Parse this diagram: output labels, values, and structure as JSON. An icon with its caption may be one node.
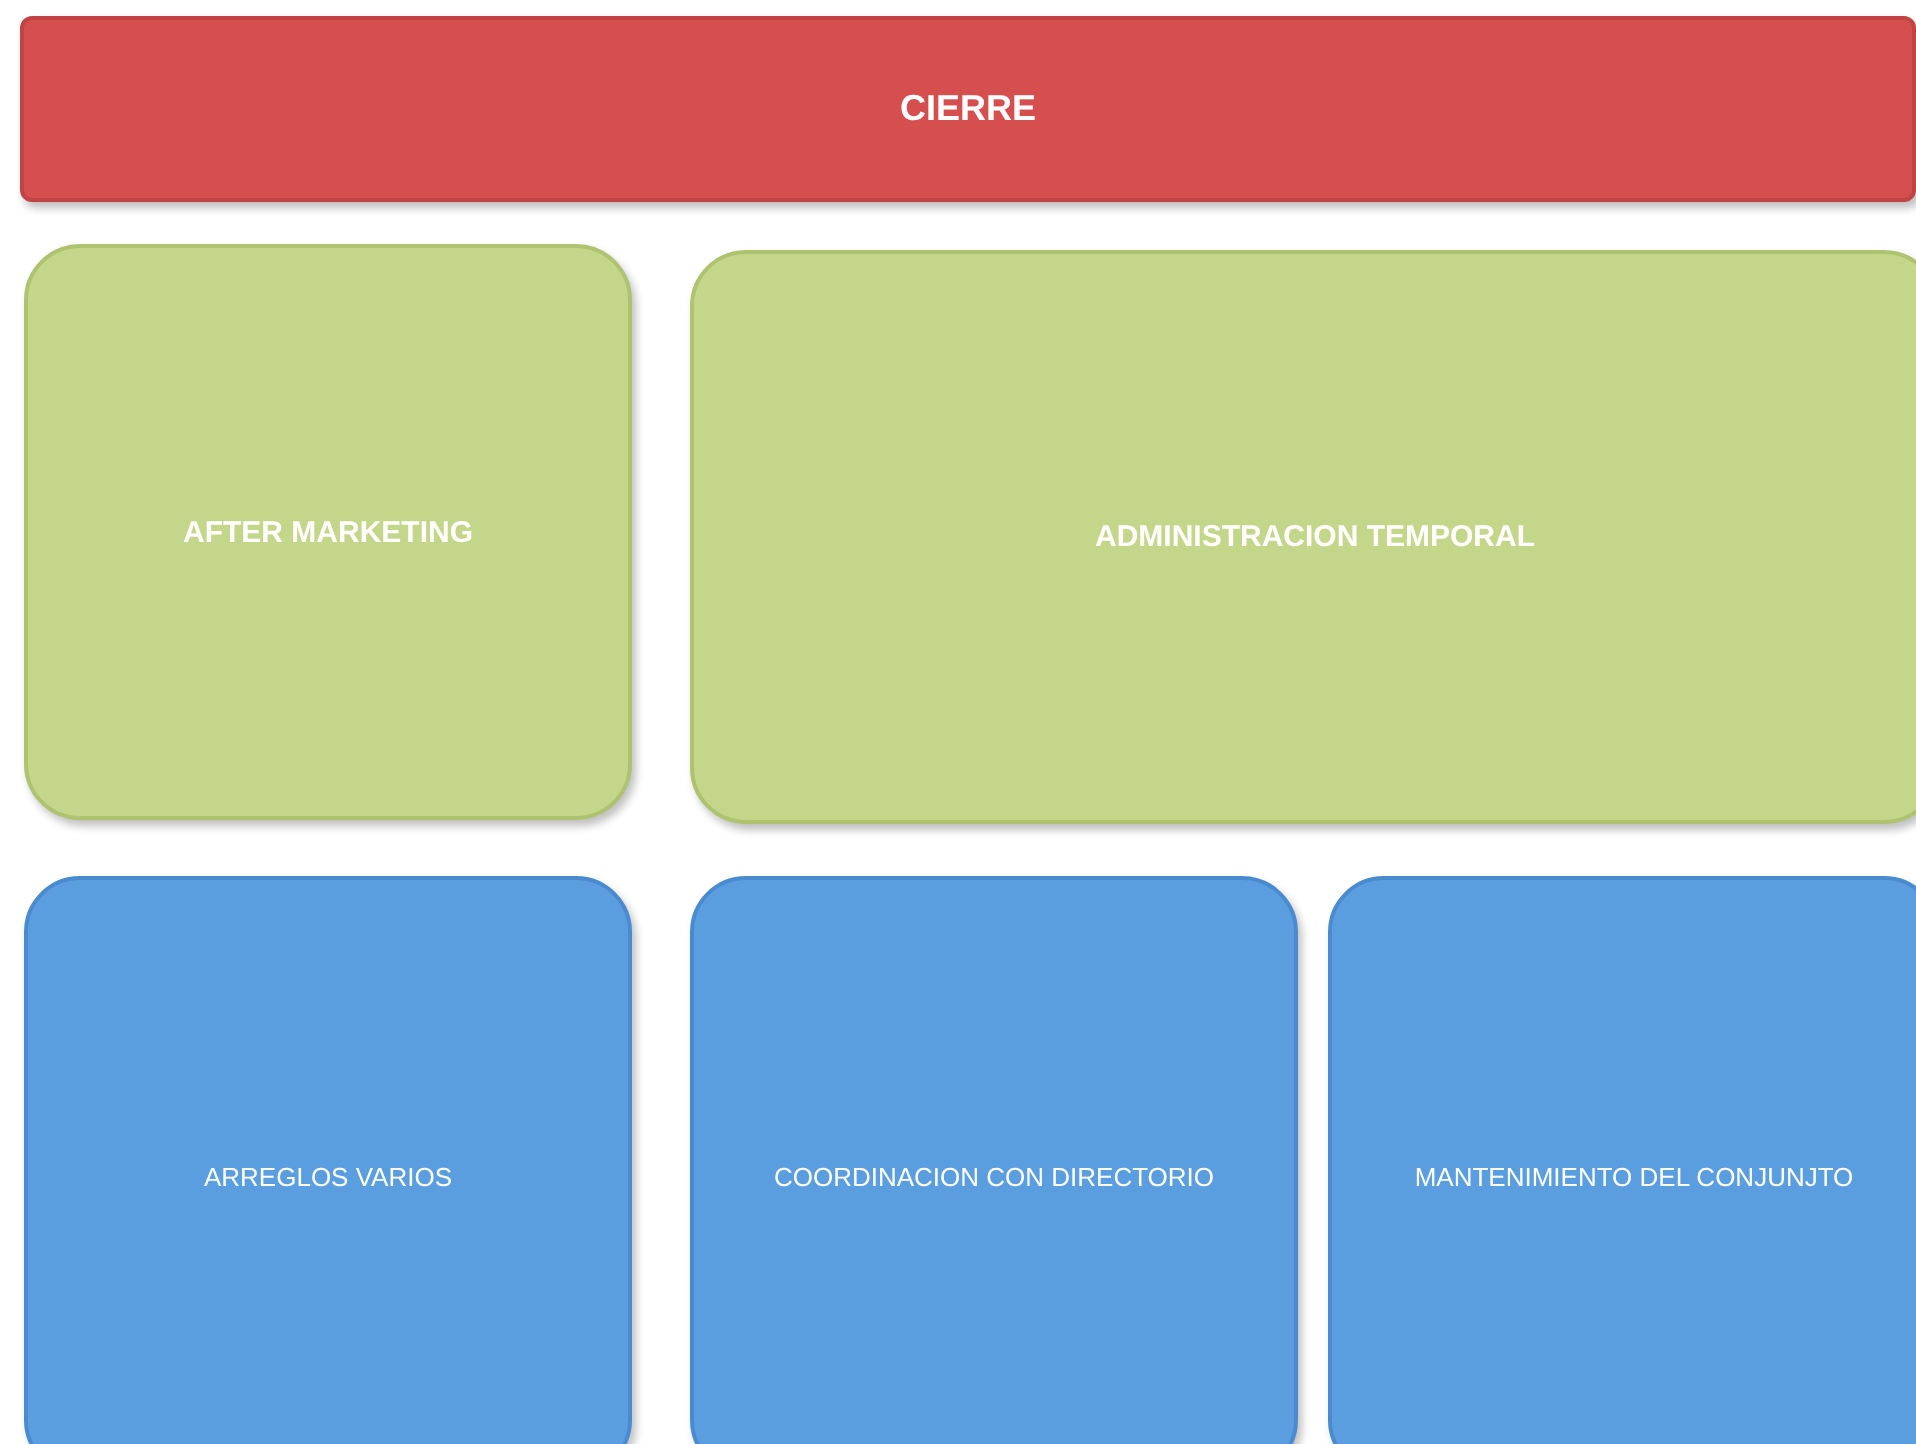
{
  "diagram": {
    "nodes": [
      {
        "text": [
          "CIERRE"
        ]
      },
      {
        "text": [
          "AFTER MARKETING"
        ]
      },
      {
        "text": [
          "ADMINISTRACION TEMPORAL"
        ]
      },
      {
        "text": [
          "ARREGLOS VARIOS"
        ]
      },
      {
        "text": [
          "COORDINACION CON DIRECTORIO"
        ]
      },
      {
        "text": [
          "MANTENIMIENTO DEL CONJUNJTO"
        ]
      }
    ]
  }
}
